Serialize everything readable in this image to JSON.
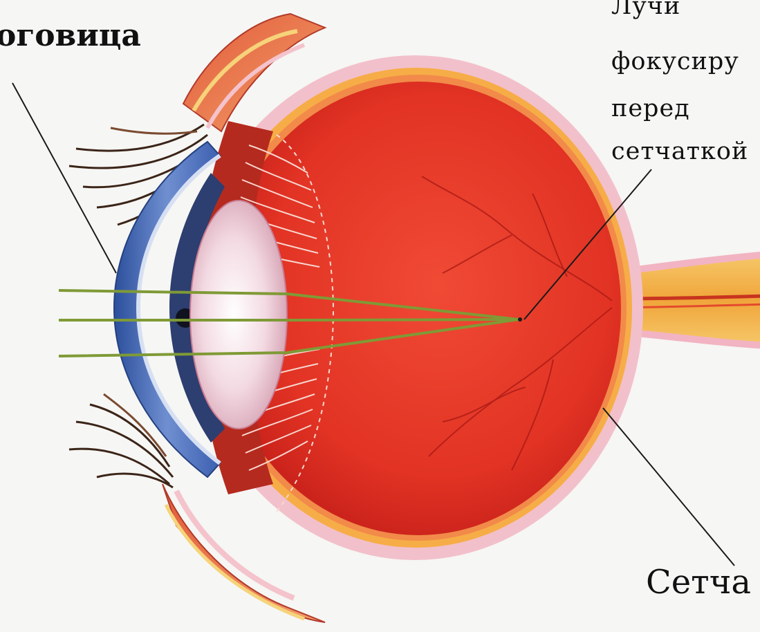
{
  "labels": {
    "cornea": "оговица",
    "rays_note": [
      "Лучи",
      "фокусиру",
      "перед",
      "сетчаткой"
    ],
    "retina": "Сетча"
  },
  "colors": {
    "background": "#f6f6f4",
    "eye_interior": "#e53224",
    "sclera": "#f0b7c4",
    "choroid_band": "#f7b04a",
    "cornea": "#3e63b8",
    "lens": "#f4dde4",
    "light_rays": "#7f9a36",
    "optic_nerve": "#f3b347",
    "leader_lines": "#1a1a1a"
  },
  "icons": {
    "diagram": "eye-cross-section-myopia"
  }
}
